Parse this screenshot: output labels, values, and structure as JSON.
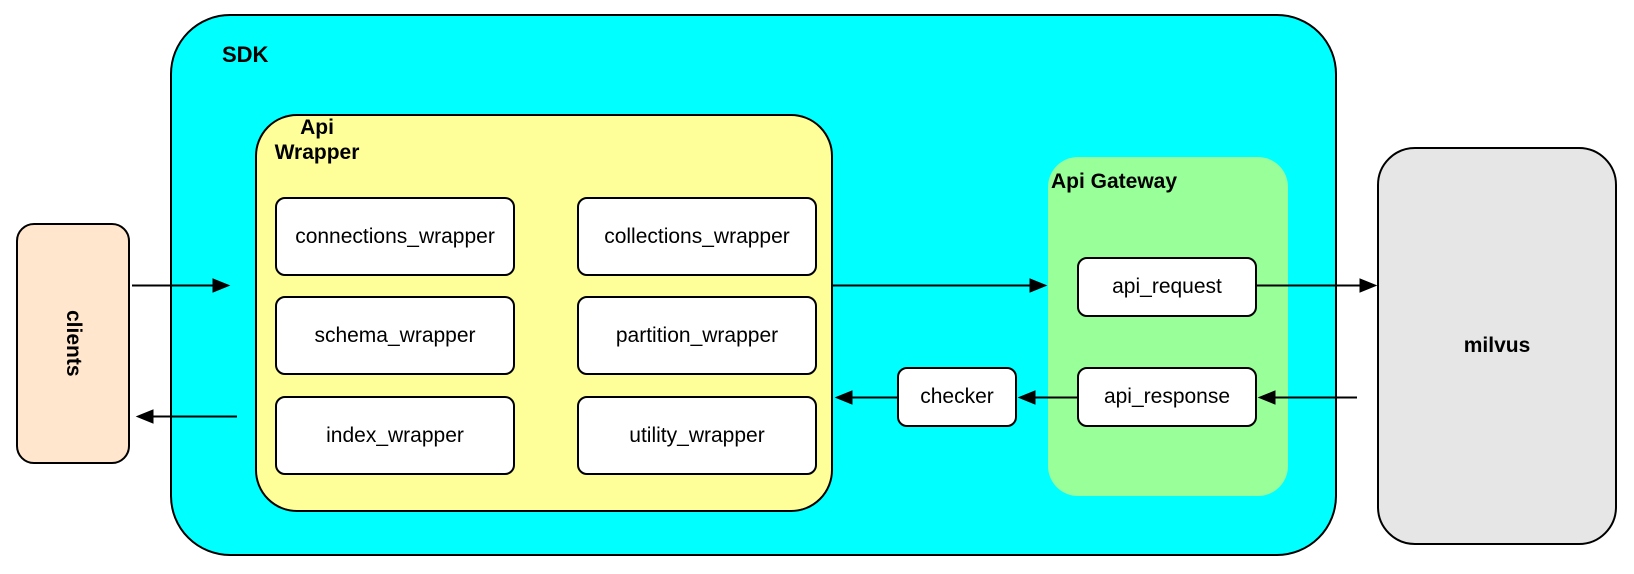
{
  "diagram": {
    "clients": {
      "label": "clients"
    },
    "sdk": {
      "label": "SDK"
    },
    "api_wrapper": {
      "label": "Api Wrapper",
      "items": [
        "connections_wrapper",
        "collections_wrapper",
        "schema_wrapper",
        "partition_wrapper",
        "index_wrapper",
        "utility_wrapper"
      ]
    },
    "checker": {
      "label": "checker"
    },
    "api_gateway": {
      "label": "Api Gateway",
      "request": "api_request",
      "response": "api_response"
    },
    "milvus": {
      "label": "milvus"
    },
    "colors": {
      "sdk_fill": "#00ffff",
      "api_wrapper_fill": "#ffff99",
      "api_gateway_fill": "#99ff99",
      "clients_fill": "#ffe6cc",
      "milvus_fill": "#e6e6e6",
      "node_fill": "#ffffff",
      "outline": "#000000",
      "arrow": "#000000"
    },
    "edges": [
      {
        "from": "clients",
        "to": "SDK"
      },
      {
        "from": "SDK",
        "to": "clients"
      },
      {
        "from": "Api Wrapper",
        "to": "api_request"
      },
      {
        "from": "api_request",
        "to": "milvus"
      },
      {
        "from": "milvus",
        "to": "api_response"
      },
      {
        "from": "api_response",
        "to": "checker"
      },
      {
        "from": "checker",
        "to": "Api Wrapper"
      }
    ]
  }
}
